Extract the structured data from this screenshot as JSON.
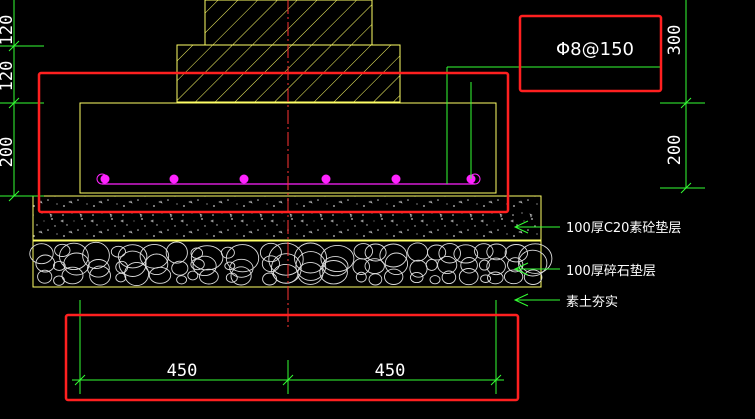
{
  "drawing": {
    "dimensions_left": [
      "120",
      "120",
      "200"
    ],
    "dimensions_right": [
      "300",
      "200"
    ],
    "dimensions_bottom": [
      "450",
      "450"
    ],
    "rebar_spec": "Φ8@150",
    "layers": [
      "100厚C20素砼垫层",
      "100厚碎石垫层",
      "素土夯实"
    ],
    "rebar_count": 6,
    "colors": {
      "background": "#000000",
      "outline": "#ffff66",
      "dimension": "#33ff33",
      "centerline": "#ff3333",
      "highlight": "#ff2020",
      "rebar": "#ff22ff",
      "text": "#ffffff"
    }
  }
}
